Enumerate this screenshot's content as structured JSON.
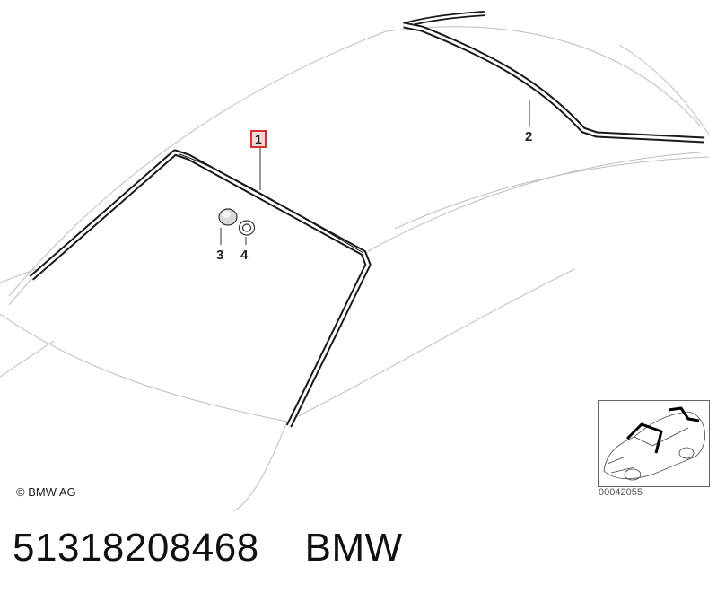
{
  "diagram": {
    "callouts": [
      {
        "id": "1",
        "highlighted": true
      },
      {
        "id": "2",
        "highlighted": false
      },
      {
        "id": "3",
        "highlighted": false
      },
      {
        "id": "4",
        "highlighted": false
      }
    ],
    "copyright": "© BMW AG",
    "thumbnail": {
      "code": "00042055"
    },
    "colors": {
      "outline": "#b5b5b5",
      "part_stroke": "#1a1a1a",
      "highlight_border": "#d62f2f",
      "highlight_fill": "#f3d6d6"
    }
  },
  "footer": {
    "part_number": "51318208468",
    "brand": "BMW"
  }
}
